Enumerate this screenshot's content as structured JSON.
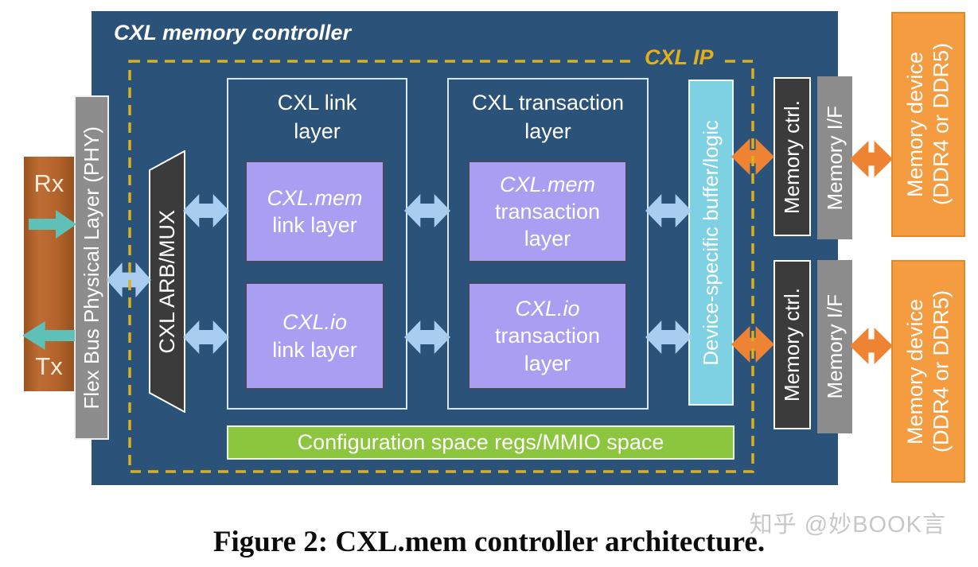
{
  "title": "CXL memory controller",
  "ip_label": "CXL IP",
  "caption": "Figure 2: CXL.mem controller architecture.",
  "watermark": "知乎 @妙BOOK言",
  "host_link": {
    "rx": "Rx",
    "tx": "Tx"
  },
  "phy": {
    "label": "Flex Bus Physical Layer (PHY)"
  },
  "arbmux": {
    "label": "CXL ARB/MUX"
  },
  "link_layer": {
    "title_line1": "CXL link",
    "title_line2": "layer",
    "mem": {
      "line1": "CXL.mem",
      "line2": "link layer"
    },
    "io": {
      "line1": "CXL.io",
      "line2": "link layer"
    }
  },
  "transaction_layer": {
    "title_line1": "CXL transaction",
    "title_line2": "layer",
    "mem": {
      "line1": "CXL.mem",
      "line2": "transaction",
      "line3": "layer"
    },
    "io": {
      "line1": "CXL.io",
      "line2": "transaction",
      "line3": "layer"
    }
  },
  "buffer": {
    "label": "Device-specific buffer/logic"
  },
  "config_bar": {
    "label": "Configuration space regs/MMIO space"
  },
  "memory_channels": [
    {
      "ctrl": "Memory ctrl.",
      "iface": "Memory I/F",
      "device_line1": "Memory device",
      "device_line2": "(DDR4 or DDR5)"
    },
    {
      "ctrl": "Memory ctrl.",
      "iface": "Memory I/F",
      "device_line1": "Memory device",
      "device_line2": "(DDR4 or DDR5)"
    }
  ],
  "colors": {
    "panel_blue": "#2b5278",
    "dashed_gold": "#d9b01f",
    "arrow_blue": "#a8cdf1",
    "arrow_orange": "#ee8433",
    "arrow_teal": "#5fc0b8",
    "host_brown": "#b2622a",
    "purple_block": "#a89ff3",
    "cyan_buffer": "#7ed1e2",
    "green_bar": "#8cc63e",
    "dark_block": "#3b3b3b",
    "gray_block": "#8c8c8c",
    "memory_orange": "#f59c41"
  }
}
